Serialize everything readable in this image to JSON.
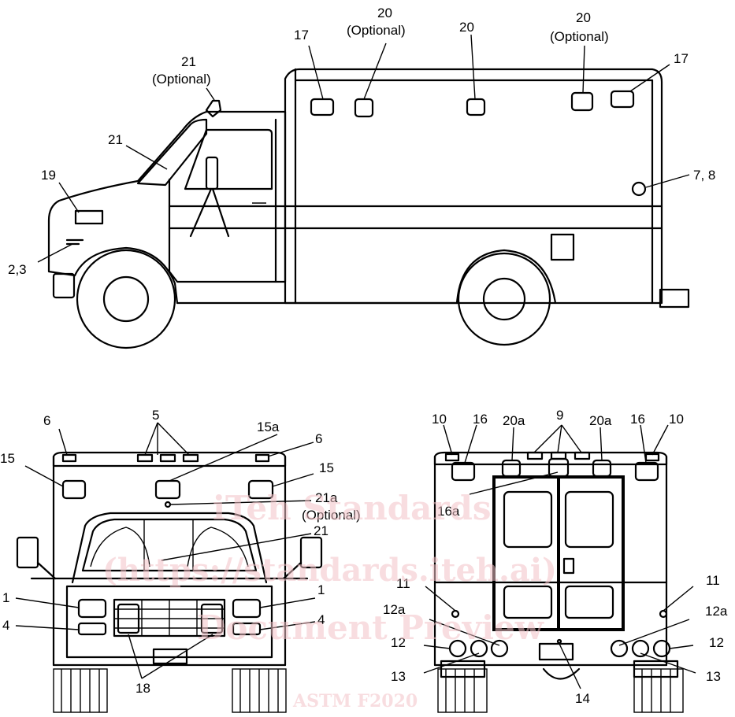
{
  "callouts": {
    "side": {
      "c21_opt_num": "21",
      "c21_opt_note": "(Optional)",
      "c21": "21",
      "c19": "19",
      "c2_3": "2,3",
      "c17_left": "17",
      "c20_opt_left_num": "20",
      "c20_opt_left_note": "(Optional)",
      "c20_mid": "20",
      "c20_opt_right_num": "20",
      "c20_opt_right_note": "(Optional)",
      "c17_right": "17",
      "c7_8": "7, 8"
    },
    "front": {
      "c6_left": "6",
      "c5": "5",
      "c15a": "15a",
      "c6_right": "6",
      "c15_left": "15",
      "c15_right": "15",
      "c21a_num": "21a",
      "c21a_note": "(Optional)",
      "c21": "21",
      "c1_left": "1",
      "c1_right": "1",
      "c4_left": "4",
      "c4_right": "4",
      "c18": "18"
    },
    "rear": {
      "c10_left": "10",
      "c16_left": "16",
      "c20a_left": "20a",
      "c9": "9",
      "c20a_right": "20a",
      "c16_right": "16",
      "c10_right": "10",
      "c16a": "16a",
      "c11_left": "11",
      "c11_right": "11",
      "c12a_left": "12a",
      "c12a_right": "12a",
      "c12_left": "12",
      "c12_right": "12",
      "c13_left": "13",
      "c13_right": "13",
      "c14": "14"
    }
  },
  "watermark": {
    "line1": "iTeh Standards",
    "line2": "(https://standards.iteh.ai)",
    "line3": "Document Preview",
    "footer": "ASTM F2020"
  }
}
